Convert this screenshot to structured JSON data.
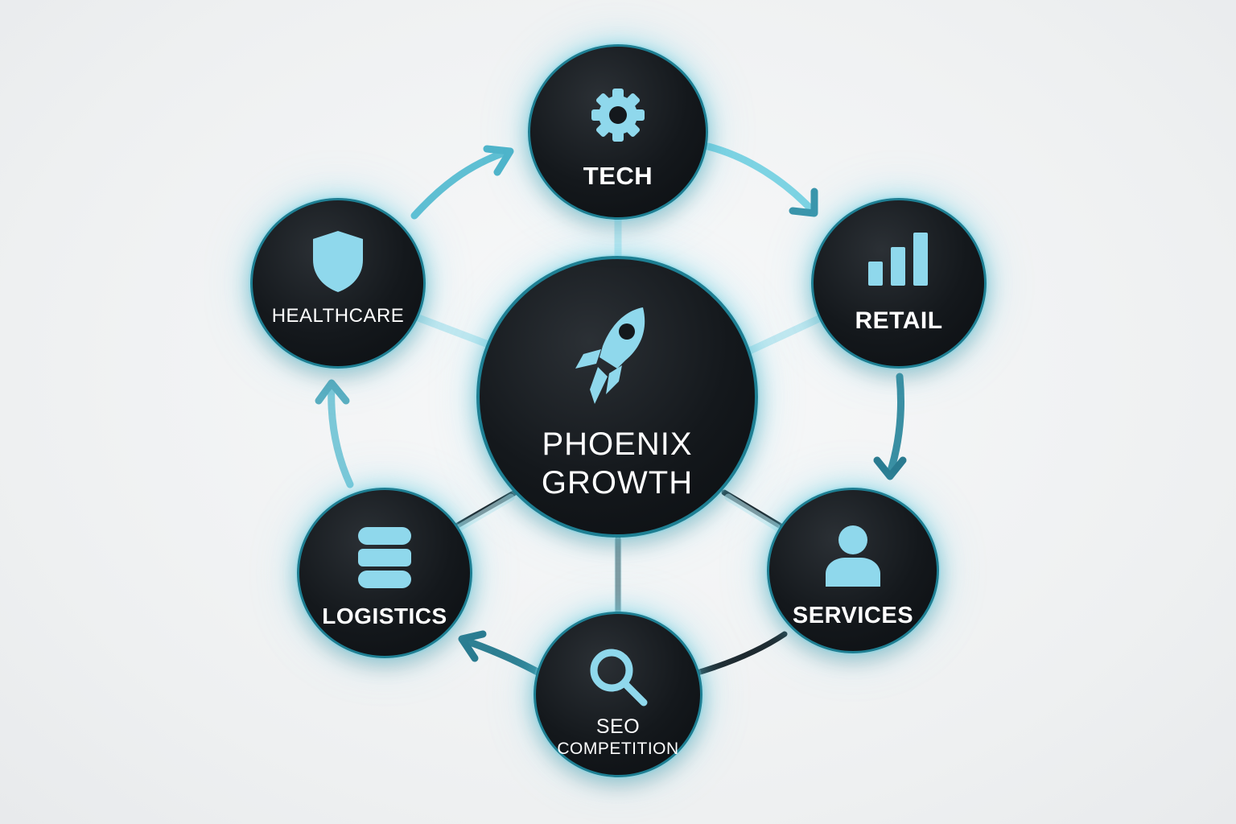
{
  "center": {
    "label_line1": "PHOENIX",
    "label_line2": "GROWTH",
    "icon": "rocket-icon"
  },
  "nodes": [
    {
      "id": "tech",
      "label": "TECH",
      "icon": "gear-icon"
    },
    {
      "id": "retail",
      "label": "RETAIL",
      "icon": "bar-chart-icon"
    },
    {
      "id": "services",
      "label": "SERVICES",
      "icon": "user-icon"
    },
    {
      "id": "seo",
      "label_line1": "SEO",
      "label_line2": "COMPETITION",
      "icon": "magnifier-icon"
    },
    {
      "id": "logistics",
      "label": "LOGISTICS",
      "icon": "database-icon"
    },
    {
      "id": "healthcare",
      "label": "HEALTHCARE",
      "icon": "shield-icon"
    }
  ],
  "colors": {
    "node_fill": "#14181c",
    "accent": "#3fb8d2",
    "icon": "#8fd8ec",
    "connector": "#a8dbe6",
    "label": "#ffffff"
  }
}
